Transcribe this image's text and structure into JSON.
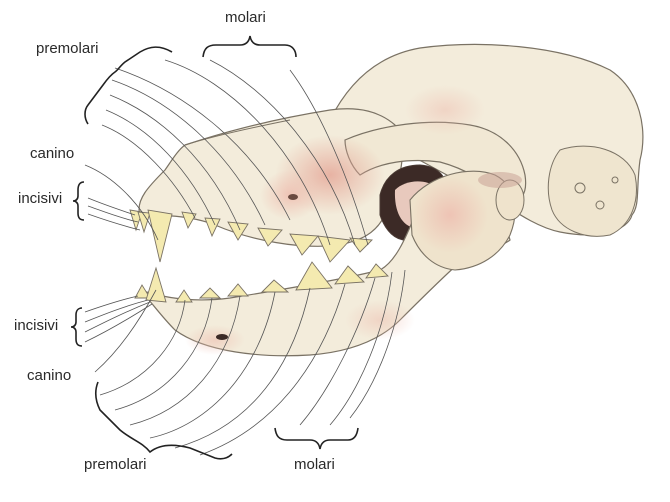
{
  "labels": {
    "top_premolari": "premolari",
    "top_molari": "molari",
    "upper_canino": "canino",
    "upper_incisivi": "incisivi",
    "lower_incisivi": "incisivi",
    "lower_canino": "canino",
    "bottom_premolari": "premolari",
    "bottom_molari": "molari"
  },
  "colors": {
    "bone": "#f3ecdb",
    "bone_shadow": "#e6d9bd",
    "tooth": "#f4eab0",
    "pink_wash": "#e9b9ad",
    "dark_cavity": "#3c2a26",
    "line": "#555555"
  }
}
